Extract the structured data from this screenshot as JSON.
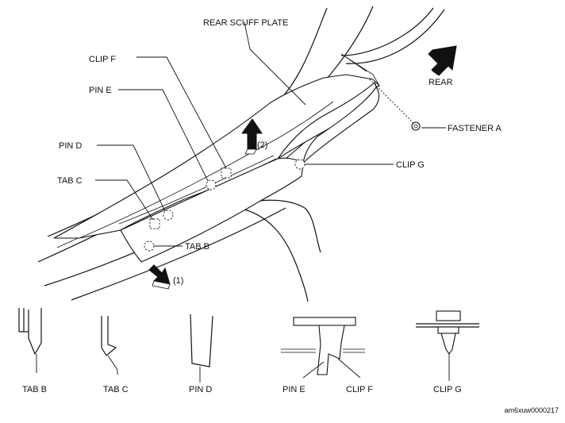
{
  "labels": {
    "rear_scuff_plate": "REAR SCUFF PLATE",
    "clip_f": "CLIP F",
    "pin_e": "PIN E",
    "pin_d": "PIN D",
    "tab_c": "TAB C",
    "tab_b": "TAB B",
    "clip_g": "CLIP G",
    "fastener_a": "FASTENER A",
    "rear": "REAR",
    "step1": "(1)",
    "step2": "(2)"
  },
  "details": {
    "tab_b": "TAB B",
    "tab_c": "TAB C",
    "pin_d": "PIN D",
    "pin_e": "PIN E",
    "clip_f": "CLIP F",
    "clip_g": "CLIP G"
  },
  "figure_code": "am6xuw0000217"
}
